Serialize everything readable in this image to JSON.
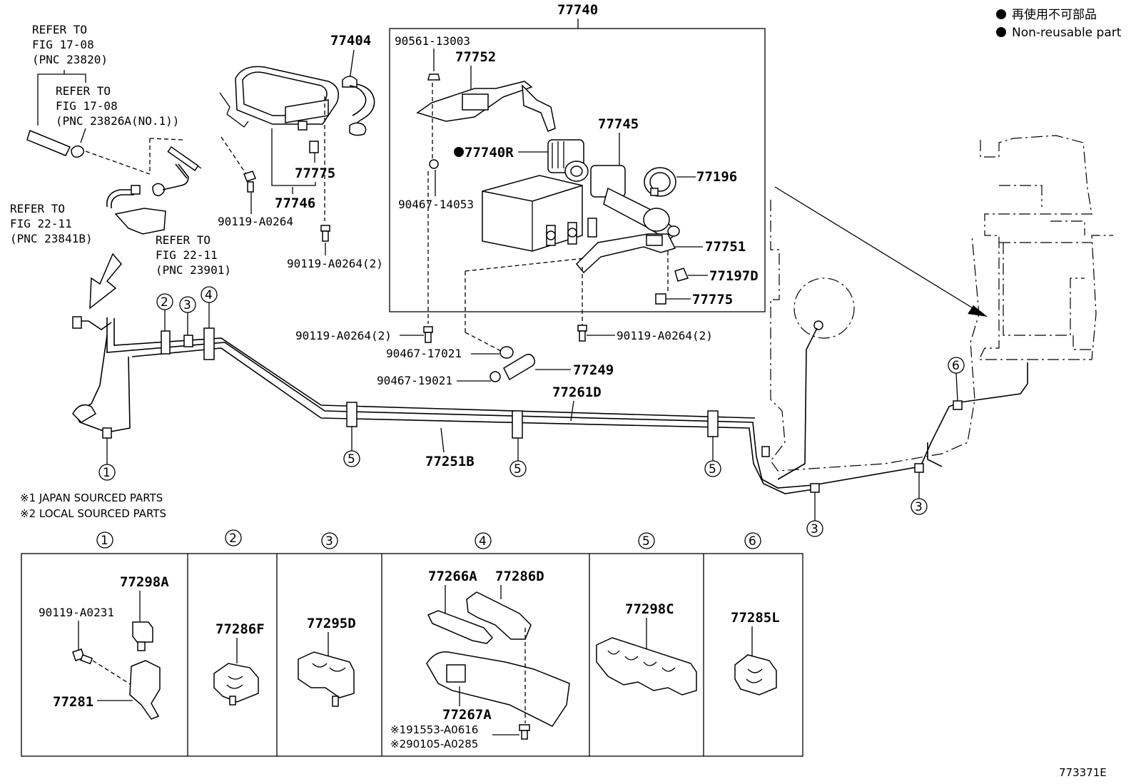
{
  "legend": {
    "line1": "再使用不可部品",
    "line2": "Non-reusable part"
  },
  "refs": {
    "ref1": [
      "REFER TO",
      "FIG 17-08",
      "(PNC 23820)"
    ],
    "ref2": [
      "REFER TO",
      "FIG 17-08",
      "(PNC 23826A(NO.1))"
    ],
    "ref3": [
      "REFER TO",
      "FIG 22-11",
      "(PNC 23841B)"
    ],
    "ref4": [
      "REFER TO",
      "FIG 22-11",
      "(PNC 23901)"
    ]
  },
  "parts": {
    "p77740": "77740",
    "p77404": "77404",
    "p90561": "90561-13003",
    "p77752": "77752",
    "p77745": "77745",
    "p77740R": "77740R",
    "p77196": "77196",
    "p90467_14053": "90467-14053",
    "p77751": "77751",
    "p77197D": "77197D",
    "p77775b": "77775",
    "p77775a": "77775",
    "p77746": "77746",
    "p90119_a": "90119-A0264",
    "p90119_b": "90119-A0264(2)",
    "p90119_c": "90119-A0264(2)",
    "p90119_d": "90119-A0264(2)",
    "p90467_17021": "90467-17021",
    "p90467_19021": "90467-19021",
    "p77249": "77249",
    "p77261D": "77261D",
    "p77251B": "77251B"
  },
  "notes": {
    "note1": "※1 JAPAN SOURCED PARTS",
    "note2": "※2 LOCAL SOURCED PARTS"
  },
  "callouts": [
    "①",
    "②",
    "③",
    "④",
    "⑤",
    "⑥"
  ],
  "detail_boxes": {
    "box1": {
      "num": "①",
      "a": "77298A",
      "b": "90119-A0231",
      "c": "77281"
    },
    "box2": {
      "num": "②",
      "a": "77286F"
    },
    "box3": {
      "num": "③",
      "a": "77295D"
    },
    "box4": {
      "num": "④",
      "a": "77266A",
      "b": "77286D",
      "c": "77267A",
      "d": "※191553-A0616",
      "e": "※290105-A0285"
    },
    "box5": {
      "num": "⑤",
      "a": "77298C"
    },
    "box6": {
      "num": "⑥",
      "a": "77285L"
    }
  },
  "figure_id": "773371E"
}
